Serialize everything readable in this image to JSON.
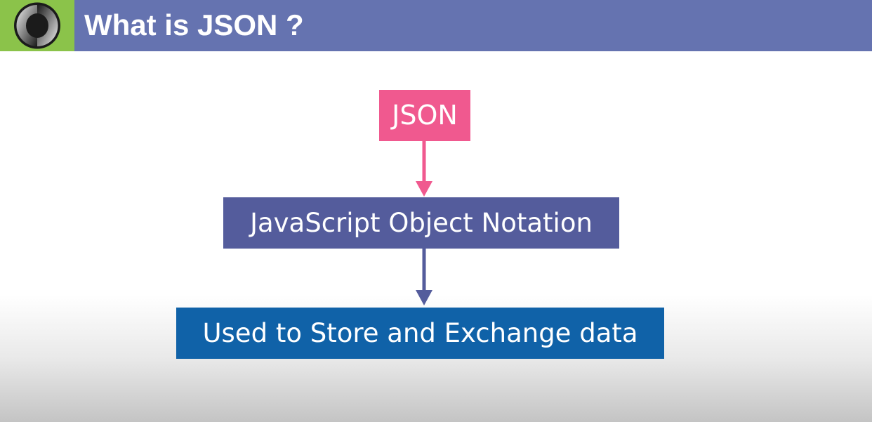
{
  "header": {
    "title": "What is JSON ?",
    "logo_icon": "json-logo-icon",
    "bar_color": "#6573b0",
    "logo_bg_color": "#8bc34a"
  },
  "diagram": {
    "nodes": [
      {
        "label": "JSON",
        "color": "#f0598f"
      },
      {
        "label": "JavaScript Object Notation",
        "color": "#545c9c"
      },
      {
        "label": "Used to Store and Exchange data",
        "color": "#1062a8"
      }
    ],
    "edges": [
      {
        "from": "JSON",
        "to": "JavaScript Object Notation",
        "color": "#f0598f"
      },
      {
        "from": "JavaScript Object Notation",
        "to": "Used to Store and Exchange data",
        "color": "#545c9c"
      }
    ]
  }
}
